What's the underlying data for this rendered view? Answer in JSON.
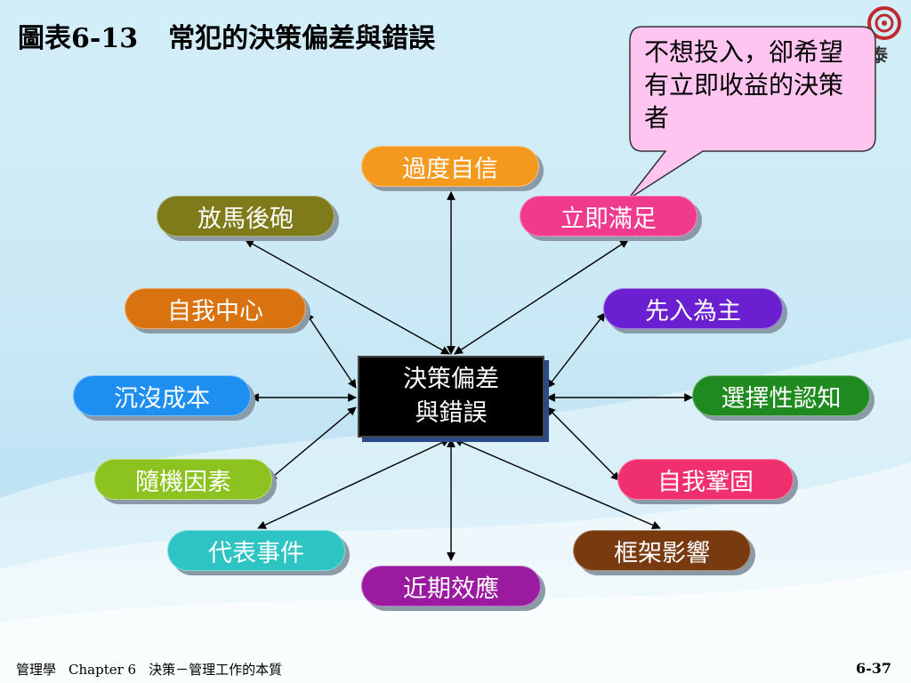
{
  "title": {
    "label": "圖表6-13",
    "text": "常犯的決策偏差與錯誤"
  },
  "logo": {
    "text": "泰"
  },
  "callout": {
    "text": "不想投入，卻希望有立即收益的決策者"
  },
  "center": {
    "line1": "決策偏差",
    "line2": "與錯誤"
  },
  "nodes": {
    "overconfidence": {
      "label": "過度自信",
      "color": "#f39a1e"
    },
    "hindsight": {
      "label": "放馬後砲",
      "color": "#7f7a1a"
    },
    "immediate": {
      "label": "立即滿足",
      "color": "#f03a8e"
    },
    "selfserving": {
      "label": "自我中心",
      "color": "#d9730f"
    },
    "anchoring": {
      "label": "先入為主",
      "color": "#6a1fd0"
    },
    "sunkcost": {
      "label": "沉沒成本",
      "color": "#1e8ef0"
    },
    "selective": {
      "label": "選擇性認知",
      "color": "#1f8a1f"
    },
    "randomness": {
      "label": "隨機因素",
      "color": "#8cc320"
    },
    "confirmation": {
      "label": "自我鞏固",
      "color": "#f0306e"
    },
    "representation": {
      "label": "代表事件",
      "color": "#2ec4c4"
    },
    "framing": {
      "label": "框架影響",
      "color": "#7a3a10"
    },
    "availability": {
      "label": "近期效應",
      "color": "#9a1aa0"
    }
  },
  "footer": {
    "book": "管理學",
    "chapter": "Chapter 6",
    "topic": "決策－管理工作的本質",
    "page": "6-37"
  }
}
